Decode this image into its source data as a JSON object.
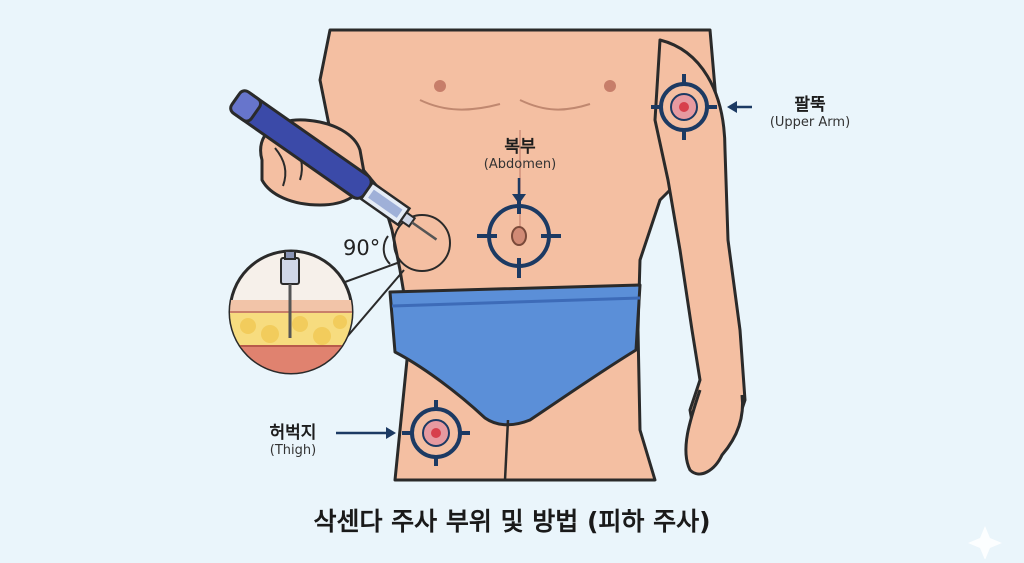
{
  "caption": "삭센다 주사 부위 및 방법 (피하 주사)",
  "sites": {
    "abdomen": {
      "ko": "복부",
      "en": "(Abdomen)"
    },
    "upper_arm": {
      "ko": "팔뚝",
      "en": "(Upper Arm)"
    },
    "thigh": {
      "ko": "허벅지",
      "en": "(Thigh)"
    }
  },
  "injection_angle": "90°",
  "colors": {
    "background": "#eaf5fb",
    "skin": "#f4bfa2",
    "skin_outline": "#2a2a2a",
    "underwear": "#5b8fd8",
    "target_ring": "#1c3a63",
    "target_center": "#d7404c",
    "pen_body": "#3b4aa8"
  },
  "icons": [
    "target-icon",
    "arrow-icon",
    "injection-pen-icon",
    "skin-layer-inset-icon",
    "sparkle-icon"
  ]
}
